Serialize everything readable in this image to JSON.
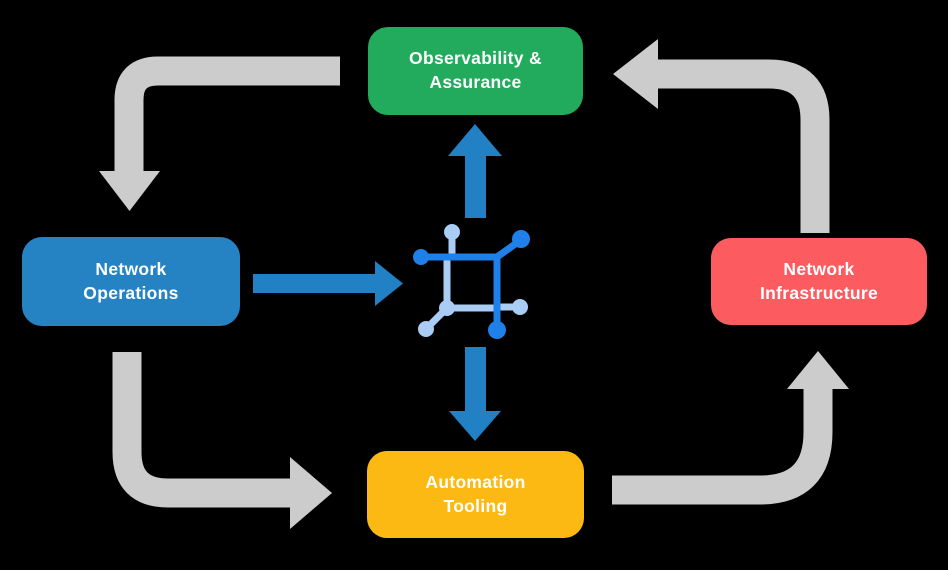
{
  "diagram": {
    "background": "#000000",
    "text_color": "#ffffff",
    "colors": {
      "cycle_arrow": "#cccccc",
      "accent_arrow": "#2181c4",
      "icon_dark": "#1e80e8",
      "icon_light": "#a9cdf4"
    },
    "nodes": [
      {
        "id": "observability-assurance",
        "label": "Observability &\nAssurance",
        "color": "#22ab5c",
        "position": "top"
      },
      {
        "id": "network-operations",
        "label": "Network\nOperations",
        "color": "#2583c4",
        "position": "left"
      },
      {
        "id": "network-infrastructure",
        "label": "Network\nInfrastructure",
        "color": "#fc5c5f",
        "position": "right"
      },
      {
        "id": "automation-tooling",
        "label": "Automation\nTooling",
        "color": "#fdb913",
        "position": "bottom"
      }
    ],
    "center_icon": {
      "name": "network-automation-icon"
    },
    "arrows": {
      "cycle": [
        {
          "from": "observability-assurance",
          "to": "network-operations",
          "direction": "down"
        },
        {
          "from": "network-infrastructure",
          "to": "observability-assurance",
          "direction": "left"
        },
        {
          "from": "network-operations",
          "to": "automation-tooling",
          "direction": "right"
        },
        {
          "from": "automation-tooling",
          "to": "network-infrastructure",
          "direction": "up"
        }
      ],
      "accent": [
        {
          "from": "network-operations",
          "to": "center",
          "direction": "right"
        },
        {
          "from": "center",
          "to": "observability-assurance",
          "direction": "up"
        },
        {
          "from": "center",
          "to": "automation-tooling",
          "direction": "down"
        }
      ]
    }
  }
}
